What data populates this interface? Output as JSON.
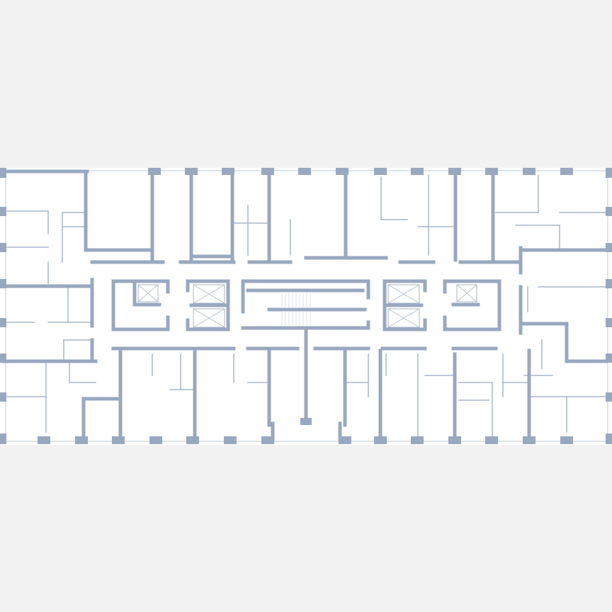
{
  "colors": {
    "background": "#f2f2f2",
    "floor": "#ffffff",
    "wall": "#98a8bf",
    "partition": "#a8b5c8",
    "glazing": "#d4dbe5"
  },
  "plan": {
    "type": "floor-plan",
    "core": [
      "elevators",
      "stairwell",
      "corridor"
    ]
  }
}
